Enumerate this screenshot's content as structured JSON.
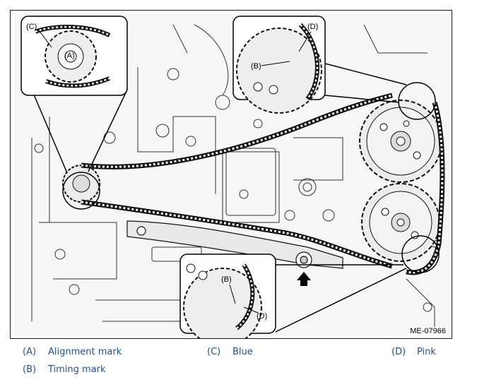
{
  "figure": {
    "code": "ME-07966",
    "callouts": {
      "top_left": [
        "(C)",
        "(A)"
      ],
      "top_right": [
        "(D)",
        "(B)"
      ],
      "bottom": [
        "(B)",
        "(D)"
      ]
    }
  },
  "legend": [
    {
      "key": "(A)",
      "label": "Alignment mark"
    },
    {
      "key": "(B)",
      "label": "Timing mark"
    },
    {
      "key": "(C)",
      "label": "Blue"
    },
    {
      "key": "(D)",
      "label": "Pink"
    }
  ],
  "colors": {
    "legend_text": "#1f4f9c",
    "line": "#1a1a1a"
  }
}
